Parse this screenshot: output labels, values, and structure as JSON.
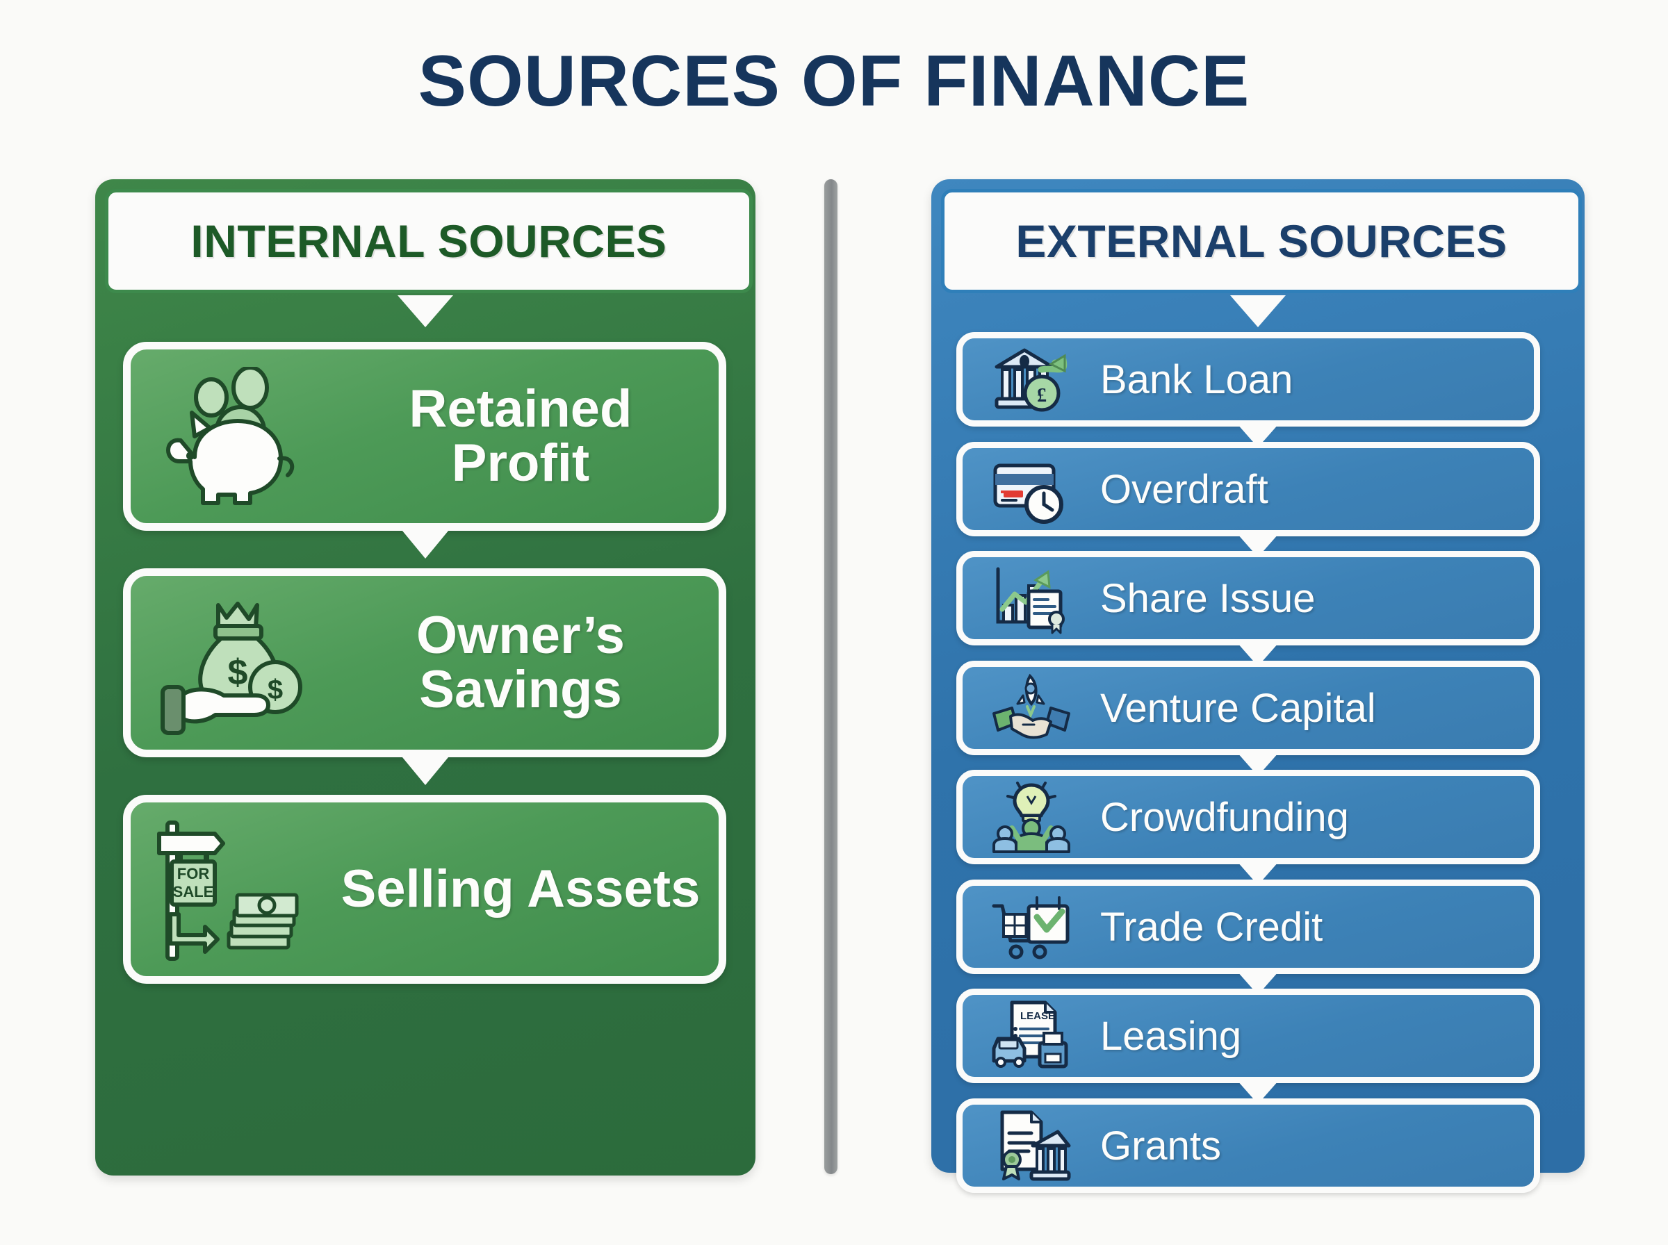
{
  "title": "SOURCES OF FINANCE",
  "colors": {
    "background": "#fafaf8",
    "title_navy": "#16355c",
    "internal_panel_green": "#2f7040",
    "internal_heading_green": "#1d5a27",
    "internal_card_green": "#4d9a57",
    "external_panel_blue": "#2f73ab",
    "external_heading_navy": "#1b3f6b",
    "external_row_blue": "#3d82b7",
    "card_border_white": "#fbfbfa",
    "divider_gray": "#83878a"
  },
  "internal": {
    "heading": "INTERNAL SOURCES",
    "cards": [
      {
        "label": "Retained Profit",
        "icon": "piggy-bank-icon"
      },
      {
        "label": "Owner’s Savings",
        "icon": "money-bag-in-hand-icon"
      },
      {
        "label": "Selling Assets",
        "icon": "for-sale-sign-cash-icon"
      }
    ]
  },
  "external": {
    "heading": "EXTERNAL SOURCES",
    "rows": [
      {
        "label": "Bank Loan",
        "icon": "bank-building-pound-icon"
      },
      {
        "label": "Overdraft",
        "icon": "credit-card-clock-icon"
      },
      {
        "label": "Share Issue",
        "icon": "growth-chart-certificate-icon"
      },
      {
        "label": "Venture Capital",
        "icon": "handshake-rocket-icon"
      },
      {
        "label": "Crowdfunding",
        "icon": "people-lightbulb-icon"
      },
      {
        "label": "Trade Credit",
        "icon": "shopping-cart-calendar-check-icon"
      },
      {
        "label": "Leasing",
        "icon": "lease-document-car-icon"
      },
      {
        "label": "Grants",
        "icon": "certificate-seal-government-icon"
      }
    ]
  },
  "divider": {
    "name": "vertical-divider"
  }
}
